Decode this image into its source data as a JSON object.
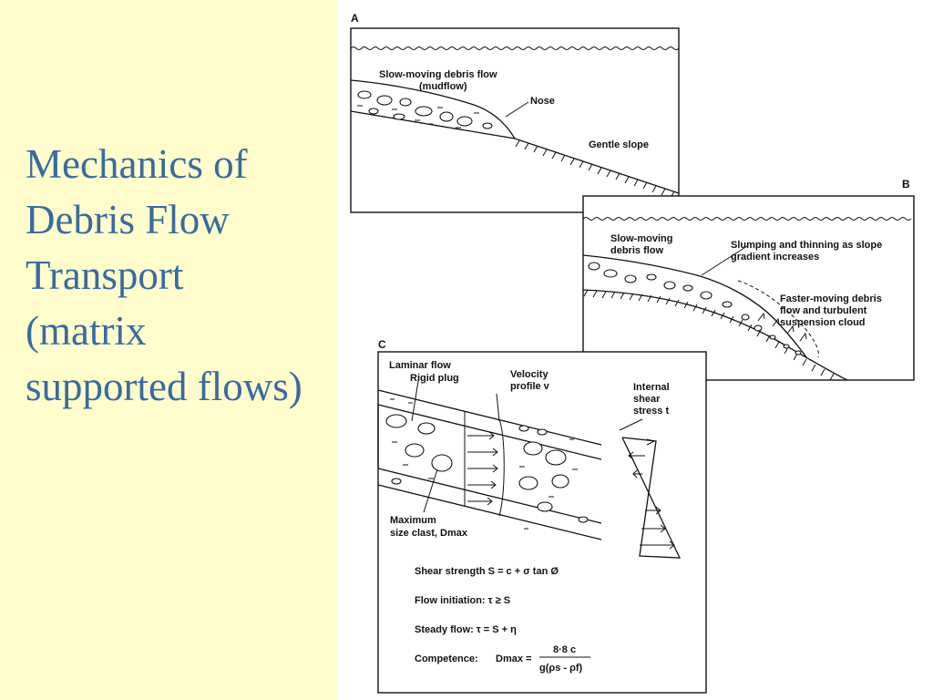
{
  "slide": {
    "title_lines": [
      "Mechanics of",
      "Debris Flow",
      "Transport",
      "(matrix",
      "supported flows)"
    ],
    "title_color": "#3a6a9f",
    "background_left": "#fffdcc"
  },
  "panel_a": {
    "letter": "A",
    "label_flow_1": "Slow-moving debris flow",
    "label_flow_2": "(mudflow)",
    "label_nose": "Nose",
    "label_slope": "Gentle slope"
  },
  "panel_b": {
    "letter": "B",
    "label_slow_1": "Slow-moving",
    "label_slow_2": "debris flow",
    "label_slump_1": "Slumping and thinning as slope",
    "label_slump_2": "gradient increases",
    "label_fast_1": "Faster-moving debris",
    "label_fast_2": "flow and turbulent",
    "label_fast_3": "suspension cloud"
  },
  "panel_c": {
    "letter": "C",
    "label_laminar": "Laminar flow",
    "label_plug": "Rigid plug",
    "label_velocity_1": "Velocity",
    "label_velocity_2": "profile v",
    "label_internal_1": "Internal",
    "label_internal_2": "shear",
    "label_internal_3": "stress t",
    "label_max_1": "Maximum",
    "label_max_2": "size clast, Dmax",
    "eq_shear": "Shear strength S = c + σ tan Ø",
    "eq_initiation": "Flow initiation: τ ≥ S",
    "eq_steady": "Steady flow: τ = S + η",
    "eq_competence_label": "Competence:",
    "eq_competence_lhs": "Dmax =",
    "eq_competence_num": "8·8 c",
    "eq_competence_den": "g(ρs - ρf)"
  }
}
